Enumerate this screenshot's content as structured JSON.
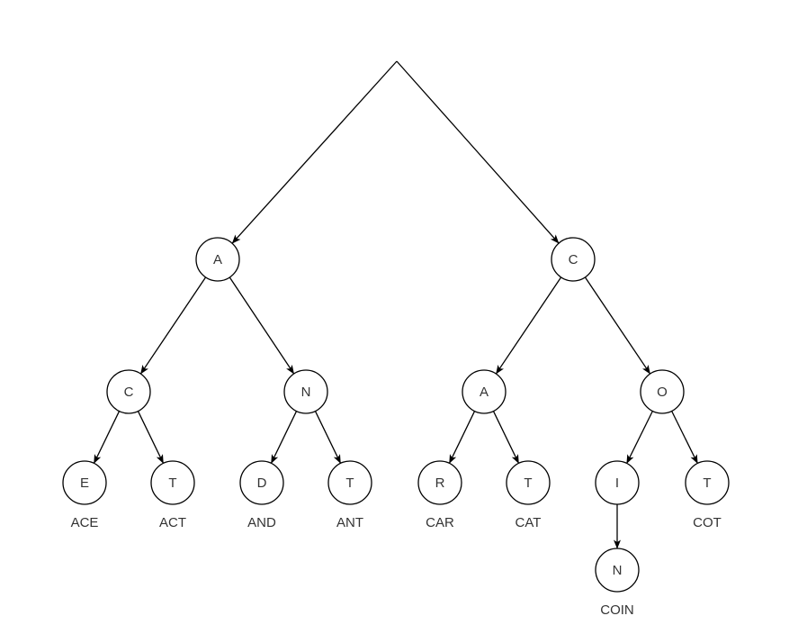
{
  "trie": {
    "root_label": "",
    "nodes": [
      {
        "id": "a1",
        "letter": "A"
      },
      {
        "id": "c1",
        "letter": "C"
      },
      {
        "id": "c2",
        "letter": "C"
      },
      {
        "id": "n1",
        "letter": "N"
      },
      {
        "id": "a2",
        "letter": "A"
      },
      {
        "id": "o1",
        "letter": "O"
      },
      {
        "id": "e1",
        "letter": "E",
        "word": "ACE"
      },
      {
        "id": "t1",
        "letter": "T",
        "word": "ACT"
      },
      {
        "id": "d1",
        "letter": "D",
        "word": "AND"
      },
      {
        "id": "t2",
        "letter": "T",
        "word": "ANT"
      },
      {
        "id": "r1",
        "letter": "R",
        "word": "CAR"
      },
      {
        "id": "t3",
        "letter": "T",
        "word": "CAT"
      },
      {
        "id": "i1",
        "letter": "I"
      },
      {
        "id": "t4",
        "letter": "T",
        "word": "COT"
      },
      {
        "id": "n2",
        "letter": "N",
        "word": "COIN"
      }
    ],
    "edges": [
      [
        "root",
        "a1"
      ],
      [
        "root",
        "c1"
      ],
      [
        "a1",
        "c2"
      ],
      [
        "a1",
        "n1"
      ],
      [
        "c1",
        "a2"
      ],
      [
        "c1",
        "o1"
      ],
      [
        "c2",
        "e1"
      ],
      [
        "c2",
        "t1"
      ],
      [
        "n1",
        "d1"
      ],
      [
        "n1",
        "t2"
      ],
      [
        "a2",
        "r1"
      ],
      [
        "a2",
        "t3"
      ],
      [
        "o1",
        "i1"
      ],
      [
        "o1",
        "t4"
      ],
      [
        "i1",
        "n2"
      ]
    ]
  }
}
